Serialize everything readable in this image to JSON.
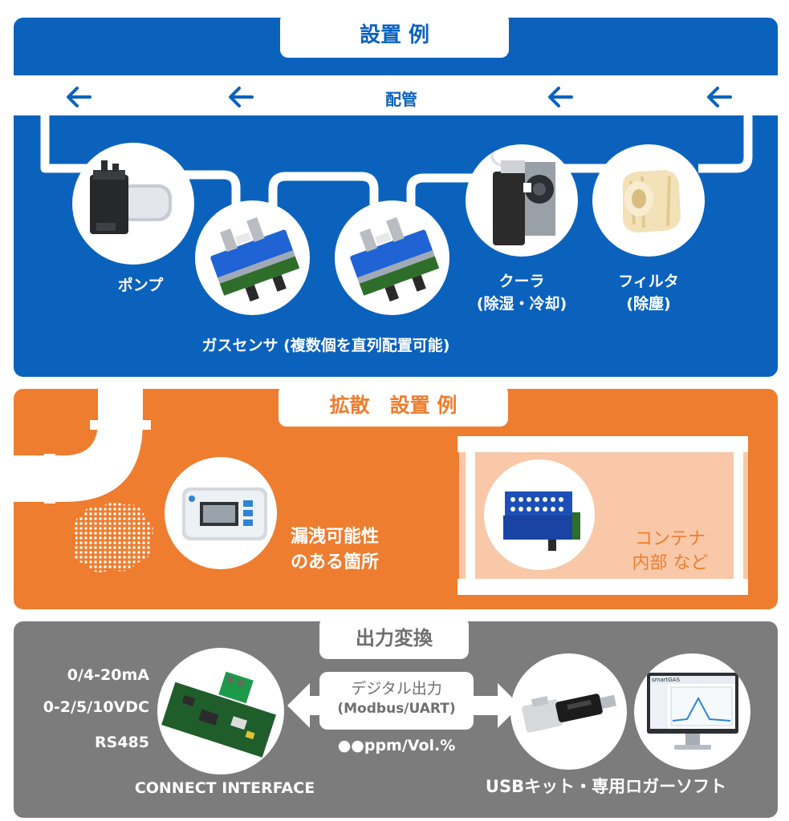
{
  "colors": {
    "blue": "#0a62bd",
    "orange": "#ee7d2f",
    "gray": "#7c7c7c",
    "light_orange": "#f9c8a8",
    "white": "#ffffff"
  },
  "piping": {
    "title": "設置 例",
    "pipe_label": "配管",
    "components": {
      "pump": "ポンプ",
      "gas_sensor": "ガスセンサ (複数個を直列配置可能)",
      "cooler_line1": "クーラ",
      "cooler_line2": "(除湿・冷却)",
      "filter_line1": "フィルタ",
      "filter_line2": "(除塵)"
    },
    "icons": [
      "arrow-left-icon",
      "arrow-left-icon",
      "arrow-left-icon",
      "arrow-left-icon"
    ]
  },
  "diffusion": {
    "title": "拡散　設置 例",
    "leak_line1": "漏洩可能性",
    "leak_line2": "のある箇所",
    "container_line1": "コンテナ",
    "container_line2": "内部 など"
  },
  "output": {
    "title": "出力変換",
    "analog_1": "0/4-20mA",
    "analog_2": "0-2/5/10VDC",
    "analog_3": "RS485",
    "interface_label": "CONNECT INTERFACE",
    "digital_line1": "デジタル出力",
    "digital_line2": "(Modbus/UART)",
    "ppm_label": "●●ppm/Vol.%",
    "usb_label": "USBキット・専用ロガーソフト",
    "monitor_brand": "smartGAS"
  }
}
